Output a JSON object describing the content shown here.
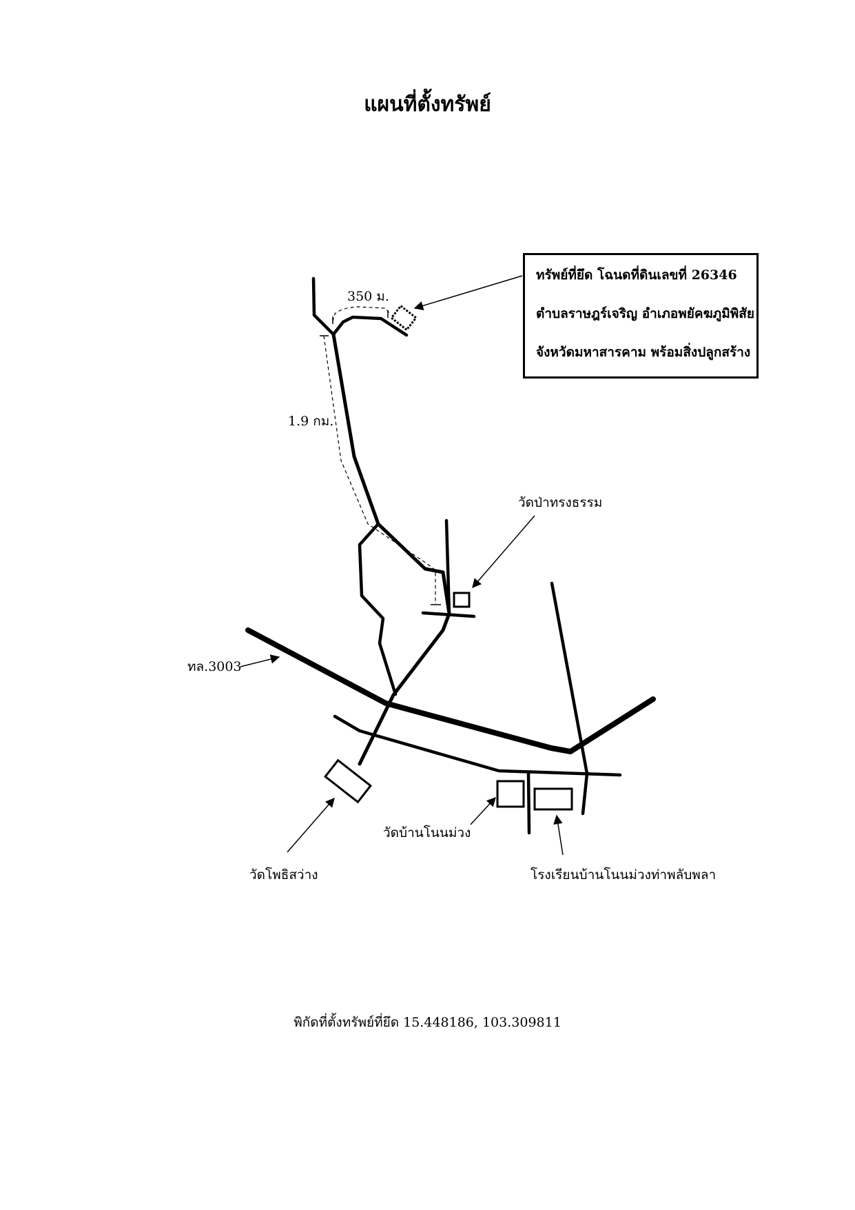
{
  "title": "แผนที่ตั้งทรัพย์",
  "info_box": {
    "line1": "ทรัพย์ที่ยึด โฉนดที่ดินเลขที่  26346",
    "line2": "ตำบลราษฎร์เจริญ อำเภอพยัคฆภูมิพิสัย",
    "line3": "จังหวัดมหาสารคาม พร้อมสิ่งปลูกสร้าง"
  },
  "labels": {
    "distance_short": "350 ม.",
    "distance_long": "1.9 กม.",
    "wat_pa_songtham": "วัดป่าทรงธรรม",
    "highway": "ทล.3003",
    "wat_ban_non_muang": "วัดบ้านโนนม่วง",
    "wat_pho_sawang": "วัดโพธิสว่าง",
    "school": "โรงเรียนบ้านโนนม่วงท่าพลับพลา"
  },
  "footer": "พิกัดที่ตั้งทรัพย์ที่ยึด  15.448186, 103.309811",
  "colors": {
    "ink": "#000000",
    "background": "#ffffff"
  }
}
